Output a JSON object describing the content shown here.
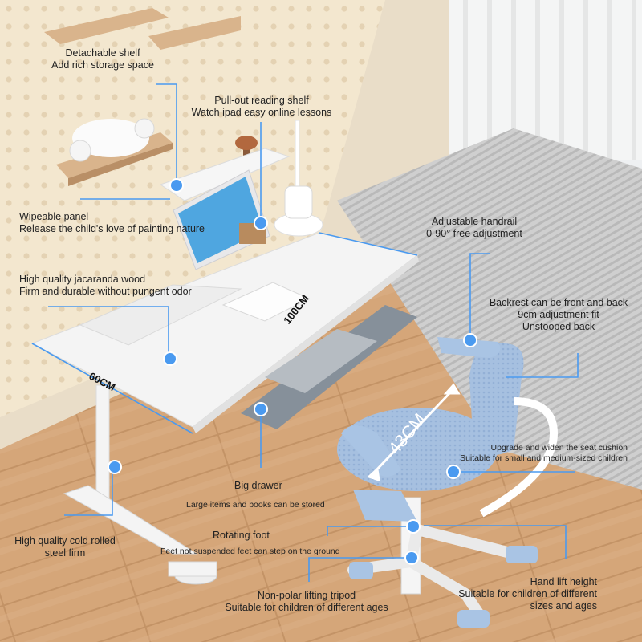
{
  "labels": {
    "detachable_shelf": {
      "line1": "Detachable shelf",
      "line2": "Add rich storage space"
    },
    "reading_shelf": {
      "line1": "Pull-out reading shelf",
      "line2": "Watch ipad easy online lessons"
    },
    "wipeable_panel": {
      "line1": "Wipeable panel",
      "line2": "Release the child's love of painting nature"
    },
    "jacaranda_wood": {
      "line1": "High quality jacaranda wood",
      "line2": "Firm and durable without pungent odor"
    },
    "handrail": {
      "line1": "Adjustable handrail",
      "line2": "0-90°   free adjustment"
    },
    "backrest": {
      "line1": "Backrest can be front and back",
      "line2": "9cm adjustment fit",
      "line3": "Unstooped back"
    },
    "seat_cushion": {
      "line1": "Upgrade and widen the seat cushion",
      "line2": "Suitable for small and medium-sized children"
    },
    "big_drawer": {
      "line1": "Big drawer",
      "line2": "Large items and books can be stored"
    },
    "rotating_foot": {
      "line1": "Rotating foot",
      "line2": "Feet not suspended feet can step on the ground"
    },
    "steel_frame": {
      "line1": "High quality cold rolled",
      "line2": "steel firm"
    },
    "tripod": {
      "line1": "Non-polar lifting tripod",
      "line2": "Suitable for children of different ages"
    },
    "hand_lift": {
      "line1": "Hand lift height",
      "line2": "Suitable for children of different",
      "line3": "sizes and ages"
    }
  },
  "dimensions": {
    "depth": "60CM",
    "width": "100CM",
    "seat_width": "43CM"
  },
  "colors": {
    "accent": "#4a9af0",
    "chair": "#a9c4e4",
    "desk": "#f4f4f4",
    "wall": "#f2e6cf",
    "floor": "#d6a87a"
  }
}
